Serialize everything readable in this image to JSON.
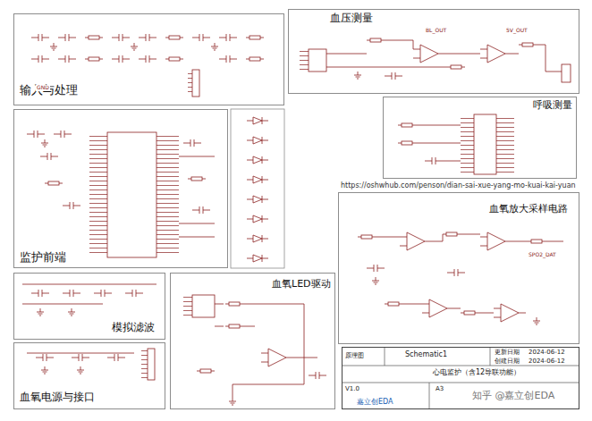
{
  "diagram": {
    "nodes": [
      {
        "text": [
          "输入与处理"
        ]
      },
      {
        "text": [
          "血压测量"
        ]
      },
      {
        "text": [
          "监护前端"
        ]
      },
      {
        "text": [
          "呼吸测量"
        ]
      },
      {
        "text": [
          "血氧放大采样电路"
        ]
      },
      {
        "text": [
          "模拟滤波"
        ]
      },
      {
        "text": [
          "血氧LED驱动"
        ]
      },
      {
        "text": [
          "血氧电源与接口"
        ]
      },
      {
        "text": [
          "心电监护（含12导联功能）"
        ]
      }
    ],
    "labels": [
      "https://oshwhub.com/penson/dian-sai-xue-yang-mo-kuai-kai-yuan",
      "Schematic1",
      "原理图",
      "更新日期",
      "2024-06-12",
      "创建日期",
      "2024-06-12",
      "V1.0",
      "嘉立创EDA",
      "A3",
      "知乎 @嘉立创EDA",
      "BL_OUT",
      "5V_OUT",
      "SPO2_DAT",
      "GND"
    ]
  }
}
